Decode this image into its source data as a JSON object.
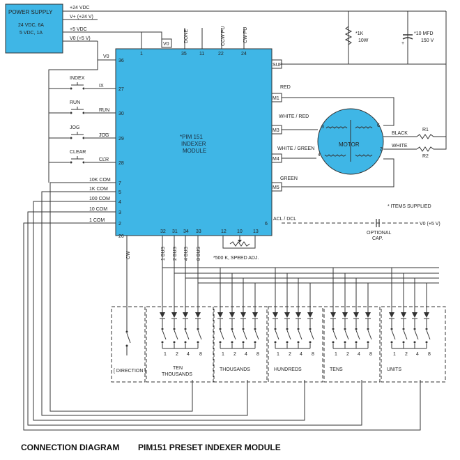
{
  "title": {
    "left": "CONNECTION DIAGRAM",
    "right": "PIM151 PRESET INDEXER MODULE"
  },
  "power_supply": {
    "title": "POWER SUPPLY",
    "line1": "24 VDC, 6A",
    "line2": "5 VDC, 1A",
    "rails": [
      "+24 VDC",
      "V+ (+24 V)",
      "+5 VDC",
      "V0 (+5 V)"
    ]
  },
  "module": {
    "line1": "*PIM 151",
    "line2": "INDEXER",
    "line3": "MODULE",
    "top_pins": [
      {
        "num": "1",
        "label": "V0"
      },
      {
        "num": "35",
        "label": "DONE"
      },
      {
        "num": "11",
        "label": ""
      },
      {
        "num": "22",
        "label": "CCW PU"
      },
      {
        "num": "24",
        "label": "CW PU"
      }
    ],
    "left_pins": [
      {
        "num": "36",
        "label": "V0"
      },
      {
        "num": "27",
        "label": "IX"
      },
      {
        "num": "30",
        "label": "RUN"
      },
      {
        "num": "29",
        "label": "JOG"
      },
      {
        "num": "28",
        "label": "CLR"
      },
      {
        "num": "7",
        "label": "10K COM"
      },
      {
        "num": "5",
        "label": "1K COM"
      },
      {
        "num": "4",
        "label": "100 COM"
      },
      {
        "num": "3",
        "label": "10 COM"
      },
      {
        "num": "2",
        "label": "1 COM"
      },
      {
        "num": "26",
        "label": "CW"
      }
    ],
    "right_pins": [
      {
        "num": "",
        "label": "SUP"
      },
      {
        "num": "",
        "label": "M1"
      },
      {
        "num": "",
        "label": "M3"
      },
      {
        "num": "",
        "label": "M4"
      },
      {
        "num": "",
        "label": "M5"
      },
      {
        "num": "6",
        "label": "ACL / DCL"
      }
    ],
    "bottom_pins": [
      {
        "num": "32",
        "label": "1 BUS"
      },
      {
        "num": "31",
        "label": "2 BUS"
      },
      {
        "num": "34",
        "label": "4 BUS"
      },
      {
        "num": "33",
        "label": "8 BUS"
      },
      {
        "num": "12",
        "label": ""
      },
      {
        "num": "10",
        "label": ""
      },
      {
        "num": "13",
        "label": ""
      }
    ]
  },
  "switches": [
    "INDEX",
    "RUN",
    "JOG",
    "CLEAR"
  ],
  "resistor_1k": {
    "line1": "*1K",
    "line2": "10W"
  },
  "capacitor": {
    "line1": "*10 MFD",
    "line2": "150 V"
  },
  "motor": {
    "label": "MOTOR",
    "terminals": [
      "3",
      "6",
      "4",
      "2"
    ],
    "wires": [
      "RED",
      "WHITE / RED",
      "WHITE / GREEN",
      "GREEN",
      "BLACK",
      "WHITE"
    ],
    "resistors": [
      "R1",
      "R2"
    ]
  },
  "items_supplied": "* ITEMS SUPPLIED",
  "optional_cap": {
    "line1": "OPTIONAL",
    "line2": "CAP.",
    "label": "V0 (+5 V)"
  },
  "speed_adj": "*500 K, SPEED ADJ.",
  "decades": [
    {
      "name": "DIRECTION",
      "name2": ""
    },
    {
      "name": "TEN",
      "name2": "THOUSANDS"
    },
    {
      "name": "THOUSANDS",
      "name2": ""
    },
    {
      "name": "HUNDREDS",
      "name2": ""
    },
    {
      "name": "TENS",
      "name2": ""
    },
    {
      "name": "UNITS",
      "name2": ""
    }
  ],
  "bcd_weights": [
    "1",
    "2",
    "4",
    "8"
  ],
  "colors": {
    "module_fill": "#3fb6e6",
    "supply_fill": "#3fb6e6",
    "motor_fill": "#3fb6e6"
  }
}
